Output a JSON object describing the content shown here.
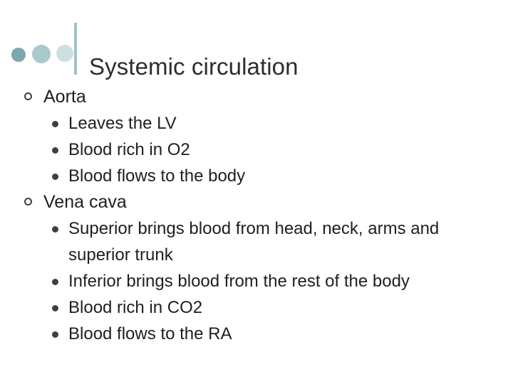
{
  "slide": {
    "title": "Systemic circulation",
    "decor": {
      "dot_colors": [
        "#7aa8ae",
        "#a9c9cd",
        "#cddfe1"
      ],
      "bar_color": "#9fc2c7"
    },
    "bullets": [
      {
        "text": "Aorta",
        "children": [
          "Leaves the LV",
          "Blood rich in O2",
          "Blood flows to the body"
        ]
      },
      {
        "text": "Vena cava",
        "children": [
          "Superior brings blood from head, neck, arms and superior trunk",
          "Inferior brings blood from the rest of the body",
          "Blood rich in CO2",
          "Blood flows to the RA"
        ]
      }
    ]
  }
}
